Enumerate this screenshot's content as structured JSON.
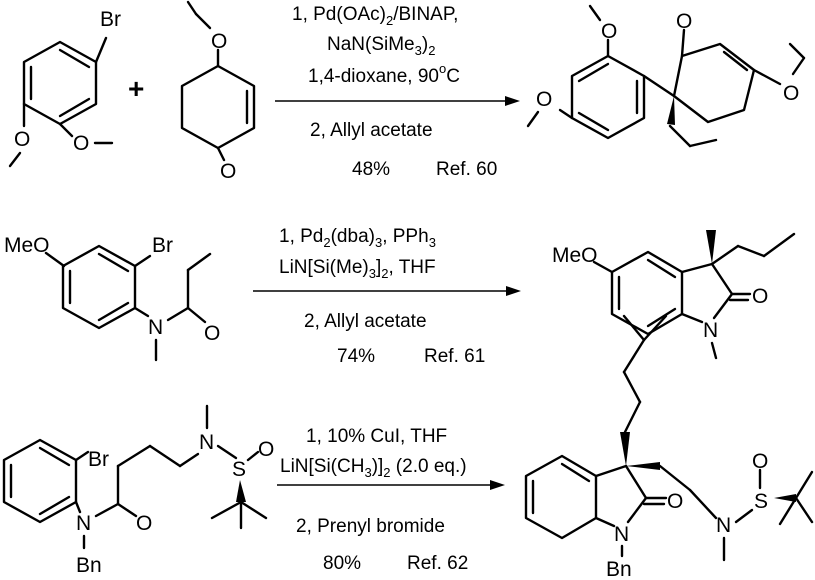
{
  "atoms": {
    "br": "Br",
    "o": "O",
    "n": "N",
    "s": "S",
    "meo": "MeO",
    "bn": "Bn"
  },
  "reactions": [
    {
      "cond1_a": "1, Pd(OAc)",
      "cond1_sub": "2",
      "cond1_b": "/BINAP,",
      "cond2_a": "NaN(SiMe",
      "cond2_sub": "3",
      "cond2_b": ")",
      "cond2_sub2": "2",
      "cond3_a": "1,4-dioxane, 90",
      "cond3_sup": "o",
      "cond3_b": "C",
      "cond4": "2, Allyl acetate",
      "yield": "48%",
      "ref": "Ref. 60"
    },
    {
      "cond1_a": "1, Pd",
      "cond1_sub": "2",
      "cond1_b": "(dba)",
      "cond1_sub2": "3",
      "cond1_c": ", PPh",
      "cond1_sub3": "3",
      "cond2_a": "LiN[Si(Me)",
      "cond2_sub": "3",
      "cond2_b": "]",
      "cond2_sub2": "2",
      "cond2_c": ", THF",
      "cond3": "2, Allyl acetate",
      "yield": "74%",
      "ref": "Ref. 61"
    },
    {
      "cond1": "1, 10% CuI, THF",
      "cond2_a": "LiN[Si(CH",
      "cond2_sub": "3",
      "cond2_b": ")]",
      "cond2_sub2": "2",
      "cond2_c": " (2.0 eq.)",
      "cond3": "2, Prenyl bromide",
      "yield": "80%",
      "ref": "Ref. 62"
    }
  ]
}
